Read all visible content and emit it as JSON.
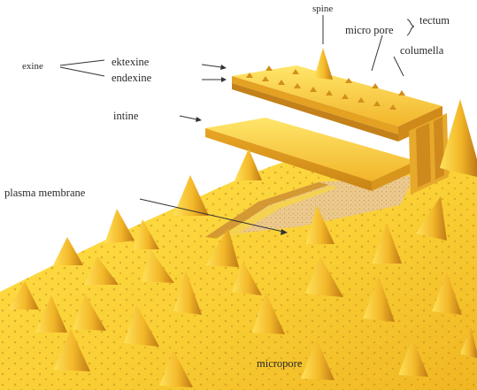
{
  "labels": {
    "spine": "spine",
    "micropore_top": "micro pore",
    "tectum": "tectum",
    "columella": "columella",
    "exine": "exine",
    "ektexine": "ektexine",
    "endexine": "endexine",
    "intine": "intine",
    "plasma_membrane": "plasma membrane",
    "micropore_bottom": "micropore"
  },
  "colors": {
    "surface_light": "#ffe65a",
    "surface_mid": "#f7c42c",
    "surface_dark": "#d9941a",
    "spine_shadow": "#b87616",
    "dot": "#c58414",
    "membrane": "#e8c88a",
    "line": "#333333"
  }
}
